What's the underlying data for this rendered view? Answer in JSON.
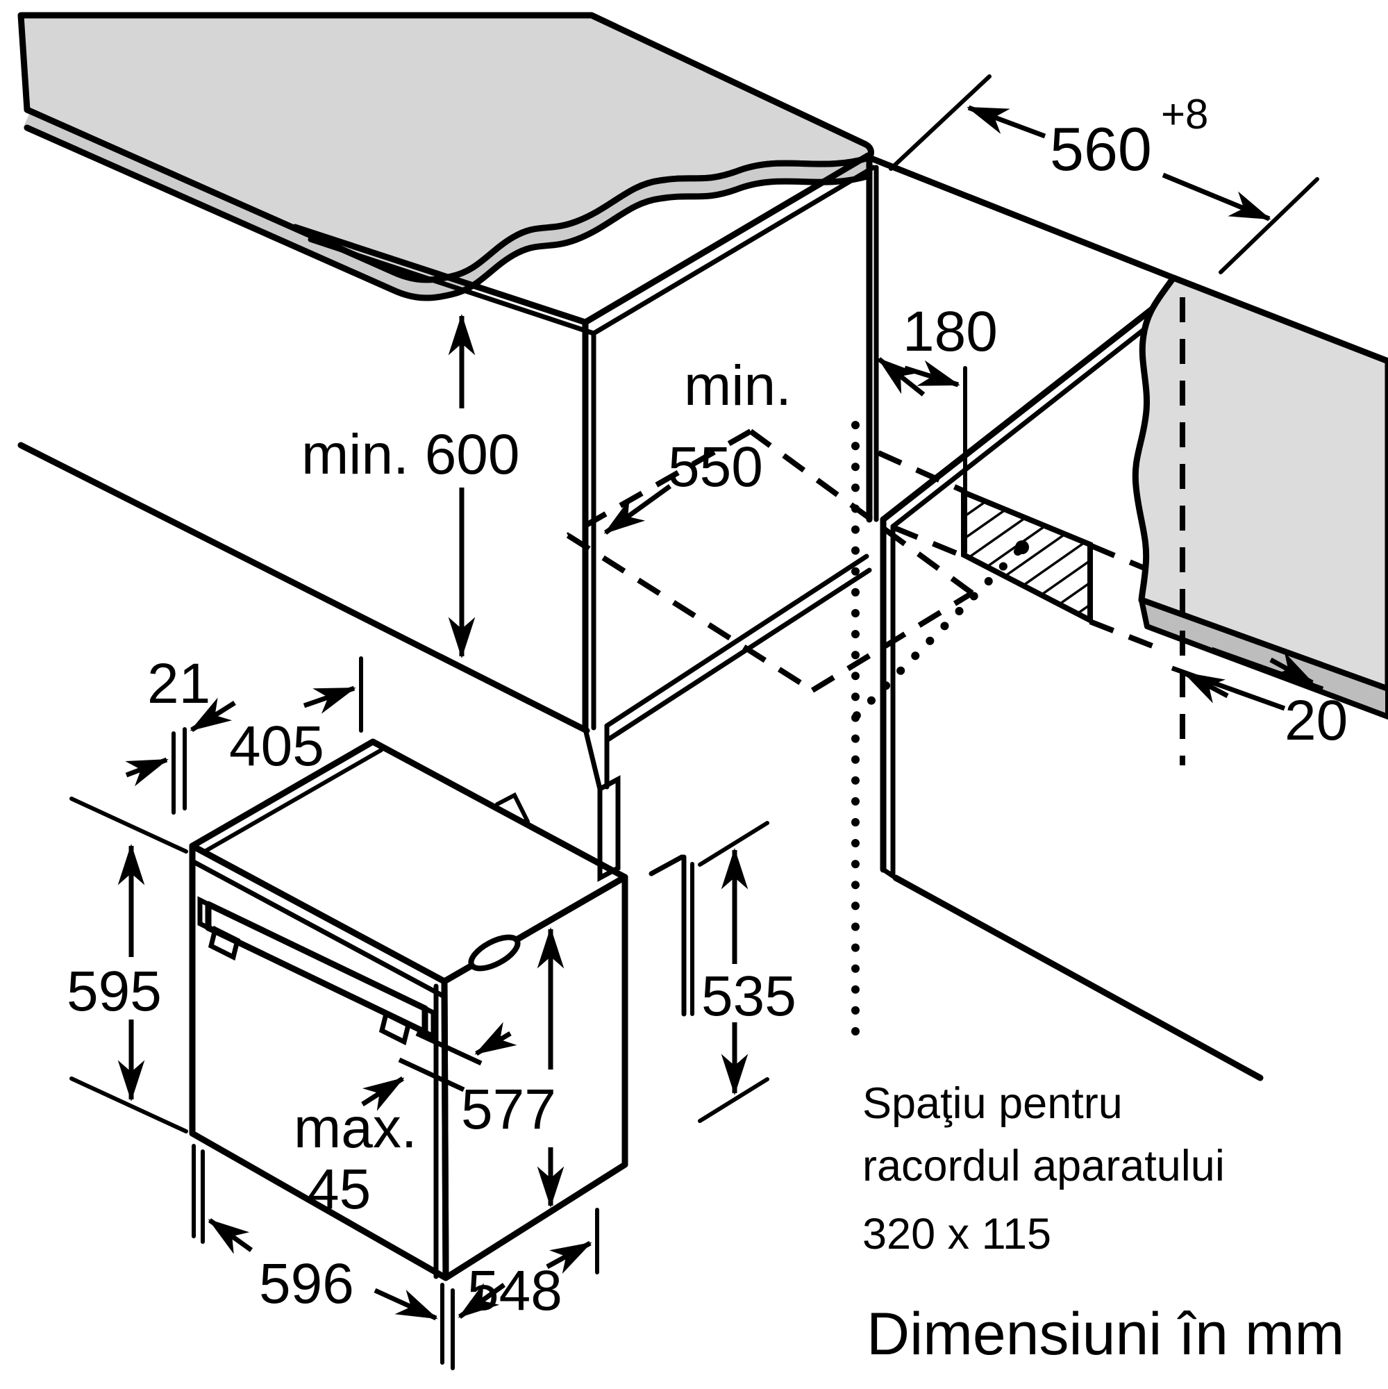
{
  "diagram": {
    "type": "oven-built-in-installation-diagram",
    "caption": "Dimensiuni în mm",
    "note": {
      "line1": "Spaţiu pentru",
      "line2": "racordul aparatului",
      "line3": "320 x 115"
    },
    "dimensions": {
      "niche_width": "560",
      "niche_width_tolerance": "+8",
      "connection_offset": "180",
      "niche_depth_prefix": "min.",
      "niche_depth": "550",
      "worktop_height": "min. 600",
      "wall_gap": "20",
      "door_offset": "21",
      "top_recess": "405",
      "oven_height": "595",
      "handle_depth_prefix": "max.",
      "handle_depth": "45",
      "oven_body_height": "577",
      "rear_body_height": "535",
      "oven_width": "596",
      "oven_depth": "548"
    },
    "colors": {
      "line": "#000000",
      "worktop": "#d6d6d6",
      "worktop_edge": "#cccccc",
      "wall": "#dcdcdc",
      "wall_band": "#bdbdbd",
      "background": "#ffffff"
    }
  }
}
